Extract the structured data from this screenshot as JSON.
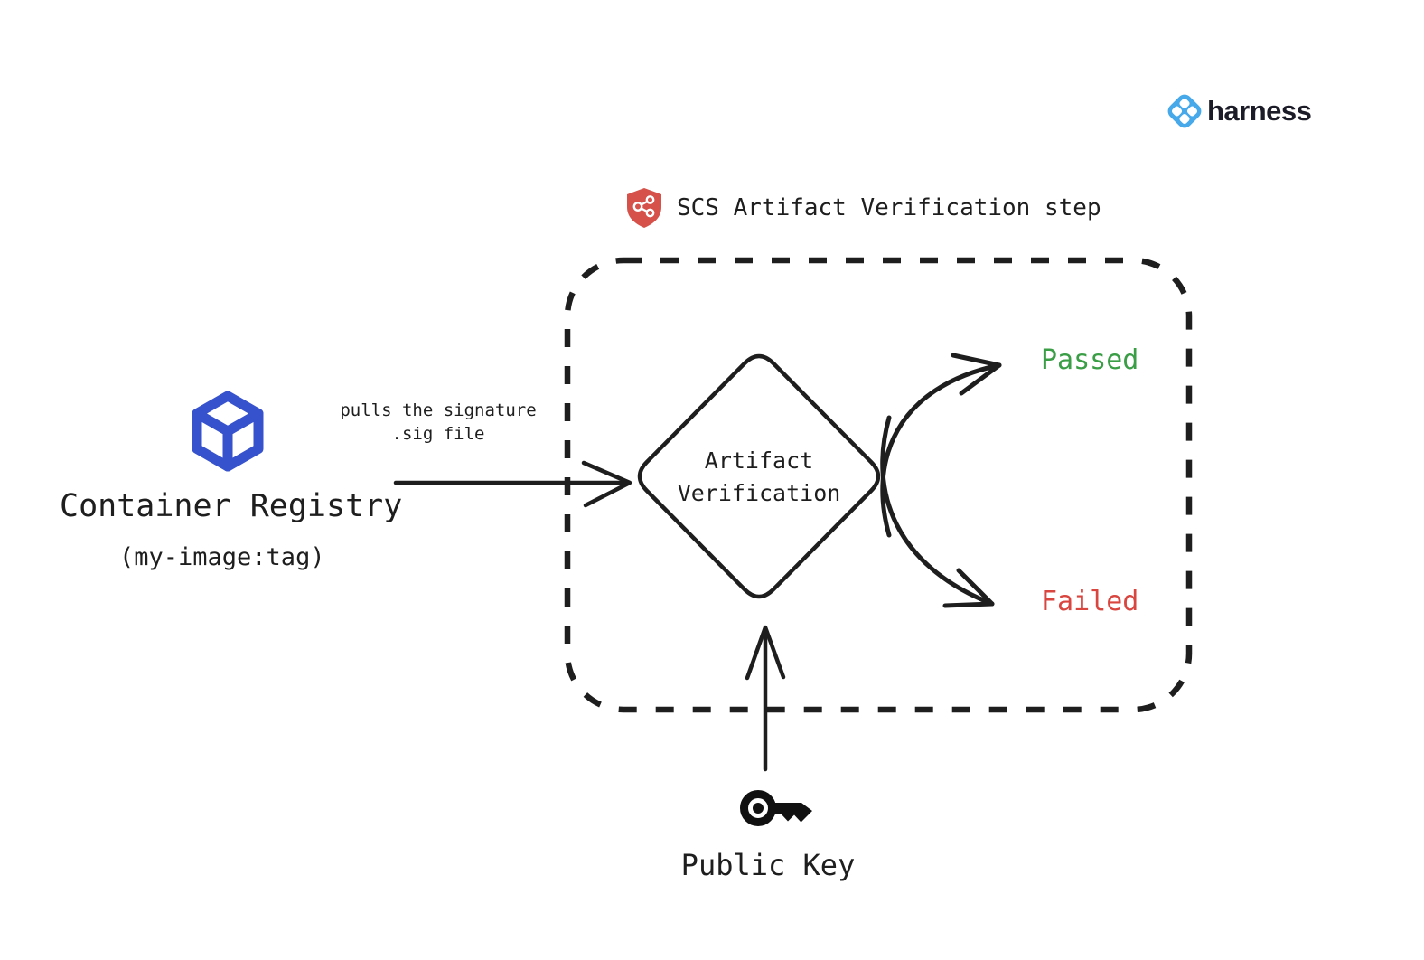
{
  "logo": {
    "text": "harness",
    "icon": "harness-diamond-icon",
    "icon_color": "#47a9e9",
    "text_color": "#1c1c28"
  },
  "title": {
    "text": "SCS Artifact Verification step",
    "icon": "scs-shield-icon",
    "icon_color": "#d5514a"
  },
  "nodes": {
    "registry": {
      "label": "Container Registry",
      "sublabel": "(my-image:tag)",
      "icon": "container-cube-icon",
      "icon_color": "#3652cd"
    },
    "verification": {
      "line1": "Artifact",
      "line2": "Verification",
      "shape": "diamond"
    },
    "public_key": {
      "label": "Public Key",
      "icon": "key-icon",
      "icon_color": "#111111"
    }
  },
  "edges": {
    "pull": {
      "label_line1": "pulls the signature",
      "label_line2": ".sig file"
    },
    "passed": {
      "label": "Passed",
      "color": "#3a9e46"
    },
    "failed": {
      "label": "Failed",
      "color": "#d9453f"
    },
    "public_key_input": {
      "label": ""
    }
  },
  "colors": {
    "stroke": "#1e1e1e",
    "background": "#ffffff"
  }
}
